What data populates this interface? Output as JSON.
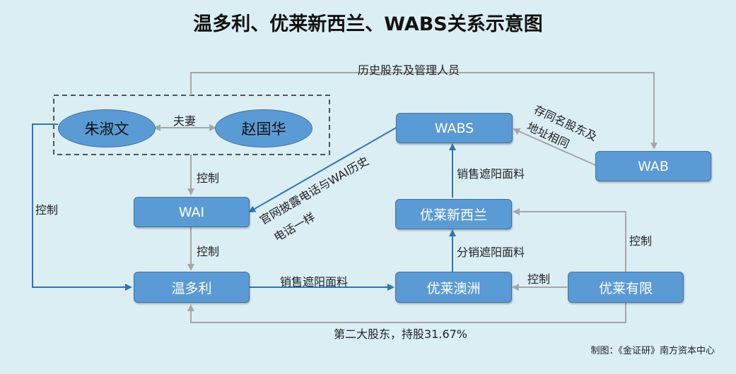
{
  "title": "温多利、优莱新西兰、WABS关系示意图",
  "credit": "制图：《金证研》南方资本中心",
  "nodes": {
    "zhu": "朱淑文",
    "zhao": "赵国华",
    "wai": "WAI",
    "wenduoli": "温多利",
    "wabs": "WABS",
    "wab": "WAB",
    "youlai_nz": "优莱新西兰",
    "youlai_au": "优莱澳洲",
    "youlai_ltd": "优莱有限"
  },
  "edges": {
    "history": "历史股东及管理人员",
    "spouse": "夫妻",
    "control_wai": "控制",
    "control_left": "控制",
    "control_wen": "控制",
    "sell_shade": "销售遮阳面料",
    "sell_shade_wabs": "销售遮阳面料",
    "dist_shade": "分销遮阳面料",
    "control_au": "控制",
    "control_nz": "控制",
    "same_sh_1": "存同名股东及",
    "same_sh_2": "地址相同",
    "website_1": "官网披露电话与WAI历史",
    "website_2": "电话一样",
    "second_sh": "第二大股东，持股31.67%"
  },
  "colors": {
    "background": "#dbeef4",
    "node_fill": "#5b9bd5",
    "node_border": "#41719c",
    "blue_arrow": "#2e75b6",
    "gray_arrow": "#a6a6a6"
  }
}
